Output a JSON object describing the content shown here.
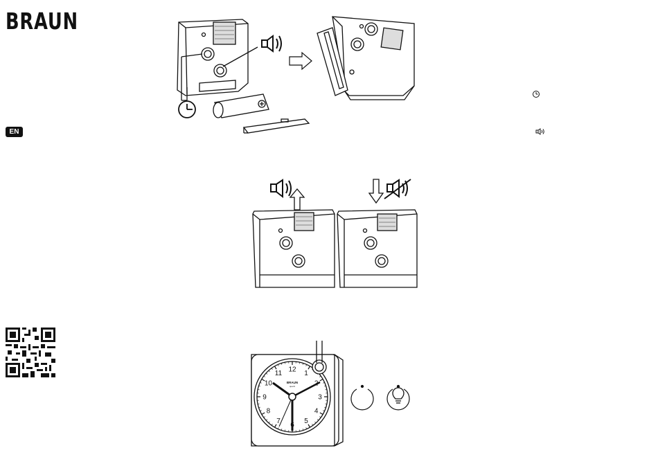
{
  "brand": {
    "logo_text": "BRAUN"
  },
  "language_badge": "EN",
  "figure3": {
    "clock_numerals": [
      "12",
      "1",
      "2",
      "3",
      "4",
      "5",
      "6",
      "7",
      "8",
      "9",
      "10",
      "11"
    ],
    "face_brand": "BRAUN",
    "face_subtext": "quartz"
  }
}
